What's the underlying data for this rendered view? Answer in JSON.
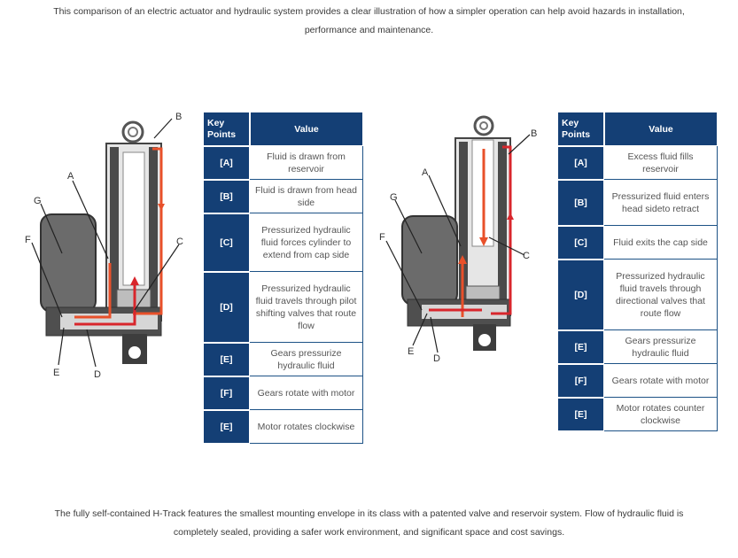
{
  "intro_text": "This comparison of an electric actuator and hydraulic system provides a clear illustration of how a simpler operation can help avoid hazards in installation, performance and maintenance.",
  "outro_text": "The fully self-contained H-Track features the smallest mounting envelope in its class with a patented valve and reservoir system. Flow of hydraulic fluid is completely sealed, providing a safer work environment, and significant space and cost savings.",
  "colors": {
    "header_bg": "#143f75",
    "fluid": "#e8502a",
    "pressurized": "#d8262c"
  },
  "left": {
    "diagram_labels": [
      "A",
      "B",
      "C",
      "D",
      "E",
      "F",
      "G"
    ],
    "table": {
      "header_key": "Key Points",
      "header_value": "Value",
      "rows": [
        {
          "key": "[A]",
          "value": "Fluid is drawn from reservoir"
        },
        {
          "key": "[B]",
          "value": "Fluid is drawn from head side"
        },
        {
          "key": "[C]",
          "value": "Pressurized hydraulic fluid forces cylinder to extend from cap side"
        },
        {
          "key": "[D]",
          "value": "Pressurized hydraulic fluid travels through pilot shifting valves that route flow"
        },
        {
          "key": "[E]",
          "value": "Gears pressurize hydraulic fluid"
        },
        {
          "key": "[F]",
          "value": "Gears rotate with motor"
        },
        {
          "key": "[E]",
          "value": "Motor rotates clockwise"
        }
      ]
    }
  },
  "right": {
    "diagram_labels": [
      "A",
      "B",
      "C",
      "D",
      "E",
      "F",
      "G"
    ],
    "table": {
      "header_key": "Key Points",
      "header_value": "Value",
      "rows": [
        {
          "key": "[A]",
          "value": "Excess fluid fills reservoir"
        },
        {
          "key": "[B]",
          "value": "Pressurized fluid enters head sideto retract"
        },
        {
          "key": "[C]",
          "value": "Fluid exits the cap side"
        },
        {
          "key": "[D]",
          "value": "Pressurized hydraulic fluid travels through directional valves that route flow"
        },
        {
          "key": "[E]",
          "value": "Gears pressurize hydraulic fluid"
        },
        {
          "key": "[F]",
          "value": "Gears rotate with motor"
        },
        {
          "key": "[E]",
          "value": "Motor rotates counter clockwise"
        }
      ]
    }
  }
}
